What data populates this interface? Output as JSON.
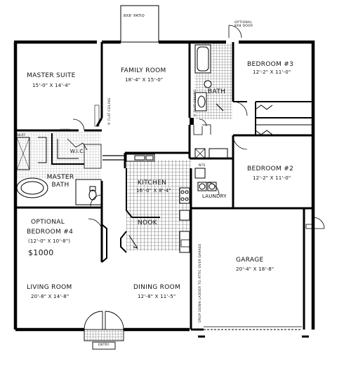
{
  "rooms": {
    "master_suite": {
      "name": "MASTER SUITE",
      "dims": "15'-0\" x 14'-4\""
    },
    "family_room": {
      "name": "FAMILY ROOM",
      "dims": "18'-4\" x 15'-0\""
    },
    "bedroom3": {
      "name": "BEDROOM #3",
      "dims": "12'-2\" x 11'-0\""
    },
    "bedroom2": {
      "name": "BEDROOM #2",
      "dims": "12'-2\" x 11'-0\""
    },
    "bath": {
      "name": "BATH"
    },
    "master_bath": {
      "name": "MASTER BATH"
    },
    "wic": {
      "name": "W.I.C."
    },
    "kitchen": {
      "name": "KITCHEN",
      "dims": "16'-0\" x 8'-4\""
    },
    "nook": {
      "name": "NOOK"
    },
    "laundry": {
      "name": "LAUNDRY"
    },
    "optional_bedroom": {
      "line1": "OPTIONAL",
      "line2": "BEDROOM #4",
      "dims": "(12'-0\" x 10'-8\")",
      "price": "$1000"
    },
    "living_room": {
      "name": "LIVING ROOM",
      "dims": "20'-8\" x 14'-8\""
    },
    "dining_room": {
      "name": "DINING ROOM",
      "dims": "12'-8\" x 11'-5\""
    },
    "garage": {
      "name": "GARAGE",
      "dims": "20'-4\" x 18'-8\""
    }
  },
  "notes": {
    "patio": "8X8' PATIO",
    "optional_door": "OPTIONAL\n8X8 DOOR",
    "entry": "ENTRY",
    "seat": "SEAT",
    "nook_small": "NOOK",
    "vault_ceiling": "9' FLAT CEILING",
    "wall_note": "9' FLAT CEILING",
    "garage_note": "DROP DOWN LADDER TO ATTIC OVER GARAGE",
    "closet": "NTS"
  }
}
